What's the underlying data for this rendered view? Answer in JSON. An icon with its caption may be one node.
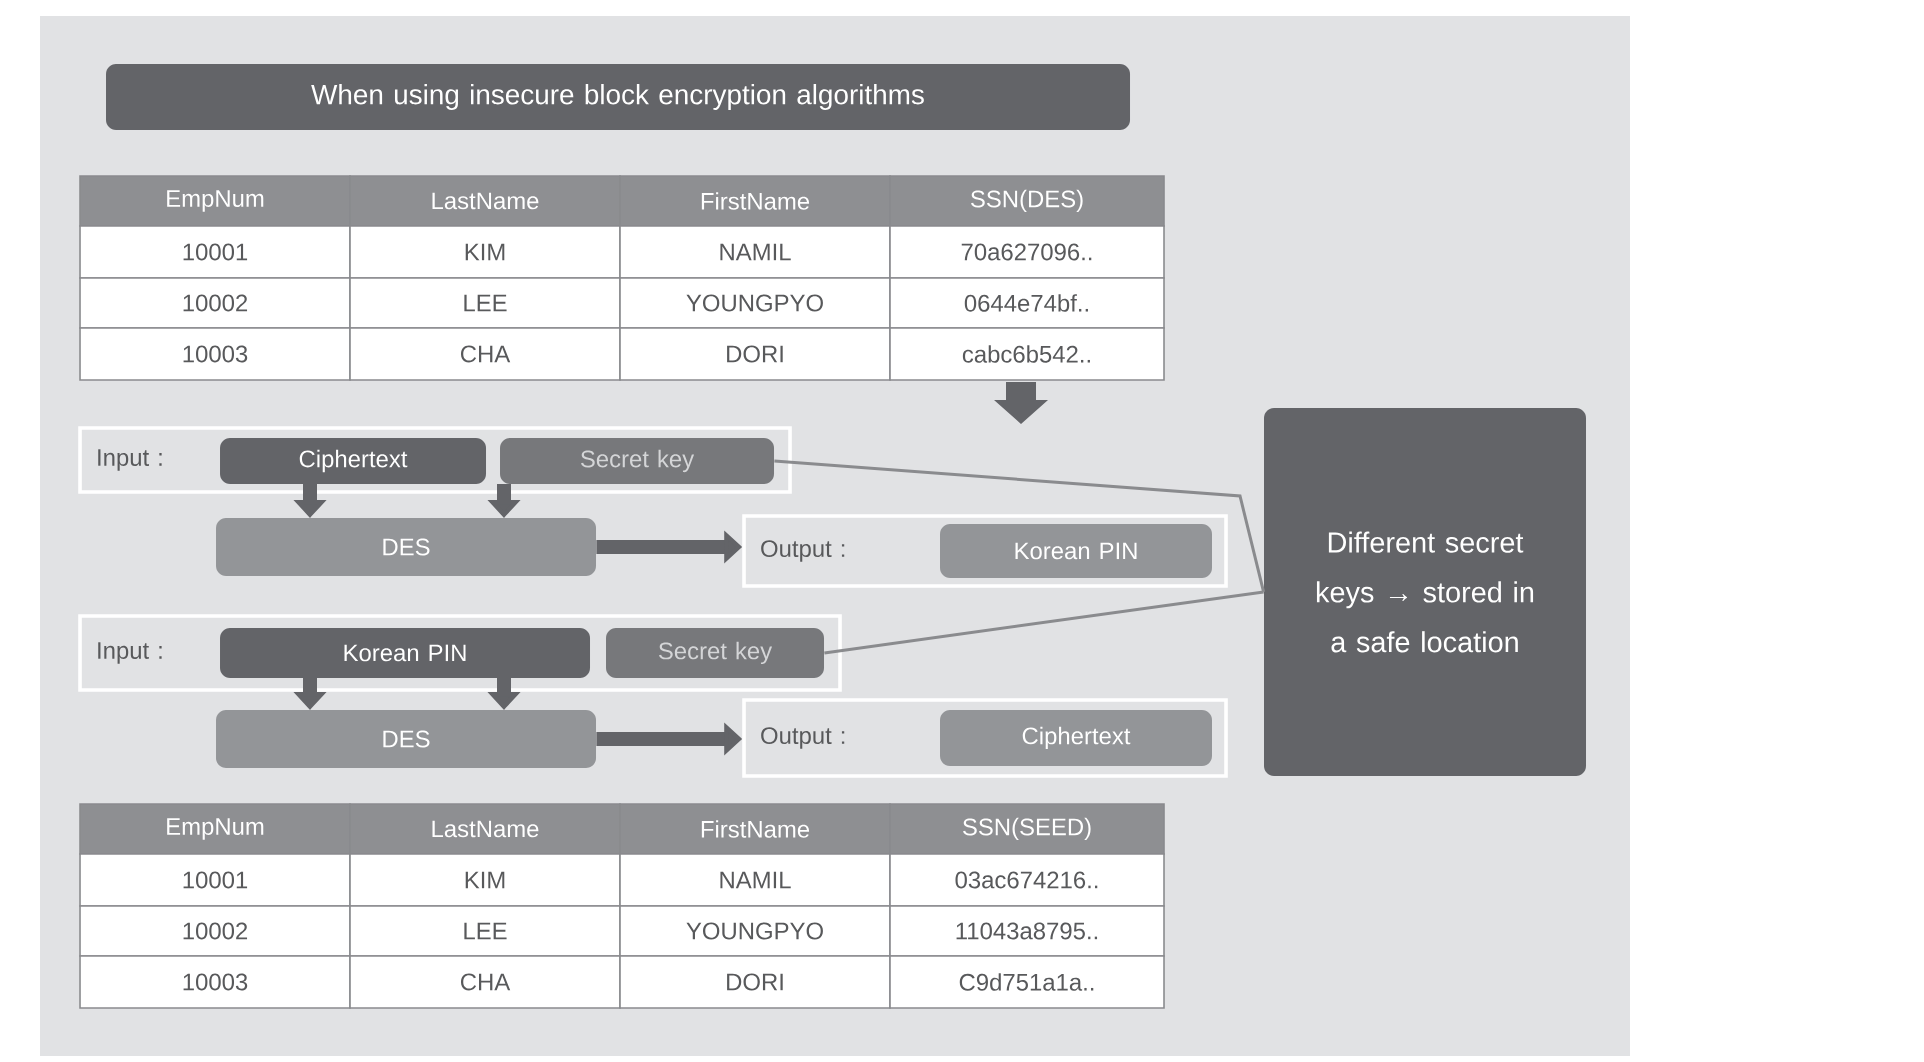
{
  "diagram": {
    "nodes": [
      {
        "text": [
          "When using insecure block encryption algorithms"
        ]
      },
      {
        "text": [
          "Input :"
        ]
      },
      {
        "text": [
          "Ciphertext"
        ],
        "in": 1
      },
      {
        "text": [
          "Secret key"
        ],
        "in": 1
      },
      {
        "text": [
          "DES"
        ]
      },
      {
        "text": [
          "Output :"
        ]
      },
      {
        "text": [
          "Korean PIN"
        ],
        "in": 5
      },
      {
        "text": [
          "Input :"
        ]
      },
      {
        "text": [
          "Korean PIN"
        ],
        "in": 7
      },
      {
        "text": [
          "Secret key"
        ],
        "in": 7
      },
      {
        "text": [
          "DES"
        ]
      },
      {
        "text": [
          "Output :"
        ]
      },
      {
        "text": [
          "Ciphertext"
        ],
        "in": 11
      },
      {
        "text": [
          "Different secret keys → stored in a safe location"
        ]
      }
    ],
    "edges": [
      {
        "from": 2,
        "to": 4,
        "arrow": "to"
      },
      {
        "from": 3,
        "to": 4,
        "arrow": "to"
      },
      {
        "from": 4,
        "to": 5,
        "arrow": "to"
      },
      {
        "from": 8,
        "to": 10,
        "arrow": "to"
      },
      {
        "from": 8,
        "to": 10,
        "arrow": "to"
      },
      {
        "from": 10,
        "to": 11,
        "arrow": "to"
      },
      {
        "from": 3,
        "to": 13,
        "arrow": "none"
      },
      {
        "from": 9,
        "to": 13,
        "arrow": "none"
      }
    ],
    "labels": [
      "EmpNum",
      "LastName",
      "FirstName",
      "SSN(DES)",
      "10001",
      "KIM",
      "NAMIL",
      "70a627096..",
      "10002",
      "LEE",
      "YOUNGPYO",
      "0644e74bf..",
      "10003",
      "CHA",
      "DORI",
      "cabc6b542..",
      "EmpNum",
      "LastName",
      "FirstName",
      "SSN(SEED)",
      "10001",
      "KIM",
      "NAMIL",
      "03ac674216..",
      "10002",
      "LEE",
      "YOUNGPYO",
      "11043a8795..",
      "10003",
      "CHA",
      "DORI",
      "C9d751a1a.."
    ]
  }
}
